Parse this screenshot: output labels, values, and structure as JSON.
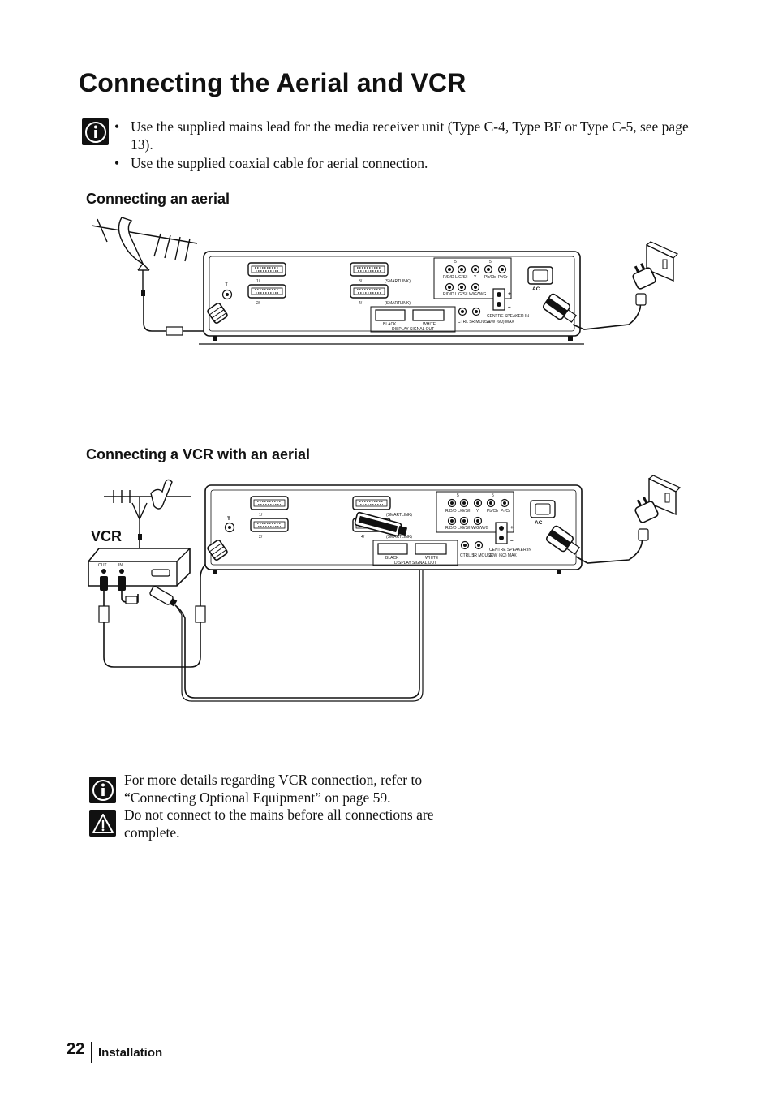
{
  "page": {
    "title": "Connecting the Aerial and VCR",
    "intro_bullets": [
      "Use the supplied mains lead for the media receiver unit (Type C-4, Type BF or Type C-5, see page 13).",
      "Use the supplied coaxial cable for aerial connection."
    ],
    "section_aerial": "Connecting an aerial",
    "section_vcr": "Connecting a VCR with an aerial",
    "vcr_label": "VCR",
    "note_info": "For more details regarding VCR connection, refer to “Connecting Optional Equipment” on page 59.",
    "note_warning": "Do not connect to the mains before all connections are complete.",
    "page_number": "22",
    "footer_section": "Installation"
  },
  "panel": {
    "scart1": "1/",
    "scart2": "2/",
    "scart3": "3/",
    "scart4": "4/",
    "smartlink": "(SMARTLINK)",
    "black": "BLACK",
    "white": "WHITE",
    "display_out": "DISPLAY SIGNAL OUT",
    "rgb_row1": "R/D/D L/G/S/I",
    "rgb_row2": "R/D/D L/G/S/I  W/G/W/G",
    "y": "Y",
    "pbcb": "Pb/Cb",
    "prcr": "Pr/Cr",
    "five": "5",
    "ctrl": "CTRL S",
    "irmouse": "IR MOUSE",
    "centre_speaker": "CENTRE SPEAKER IN",
    "speaker_spec": "10W (6Ω) MAX",
    "ac": "AC",
    "plus": "+",
    "minus": "–"
  },
  "vcr": {
    "out": "OUT",
    "in": "IN"
  },
  "icons": {
    "info": "info-icon",
    "warning": "warning-icon"
  }
}
